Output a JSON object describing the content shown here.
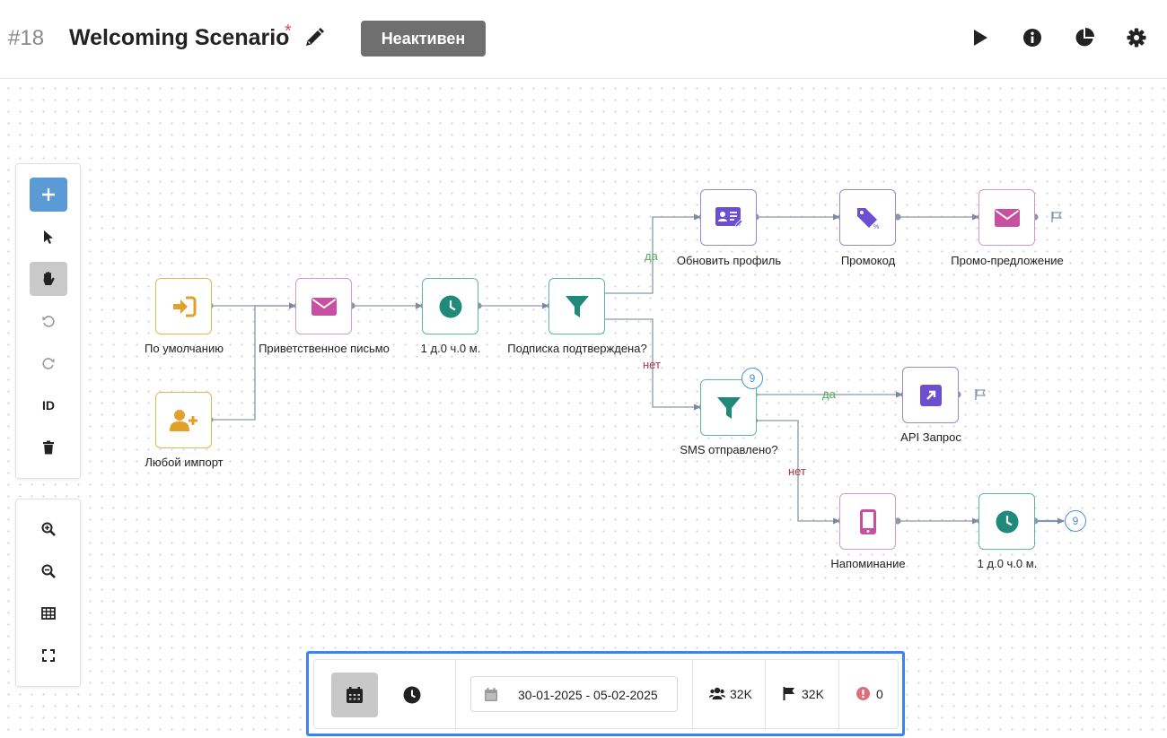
{
  "header": {
    "scenario_id": "#18",
    "title": "Welcoming Scenario",
    "unsaved_marker": "*",
    "status_badge": "Неактивен"
  },
  "nodes": {
    "default_entry": "По умолчанию",
    "any_import": "Любой импорт",
    "welcome_email": "Приветственное письмо",
    "delay_1": "1 д.0 ч.0 м.",
    "subscription_check": "Подписка подтверждена?",
    "update_profile": "Обновить профиль",
    "promo_code": "Промокод",
    "promo_offer": "Промо-предложение",
    "sms_check": "SMS отправлено?",
    "api_request": "API Запрос",
    "reminder": "Напоминание",
    "delay_2": "1 д.0 ч.0 м."
  },
  "edges": {
    "yes": "да",
    "no": "нет"
  },
  "counters": {
    "sms_check": "9",
    "after_delay_2": "9"
  },
  "toolbar": {
    "id_label": "ID"
  },
  "bottom_bar": {
    "date_range": "30-01-2025 - 05-02-2025",
    "contacts": "32K",
    "goals": "32K",
    "errors": "0"
  },
  "colors": {
    "accent": "#5b9bd5",
    "yes": "#4caa56",
    "no": "#b23a4a",
    "email": "#c94fa0",
    "entry": "#e0a02a",
    "delay": "#1f8a7a",
    "action": "#6b4fd0",
    "highlight": "#3b82f6"
  }
}
